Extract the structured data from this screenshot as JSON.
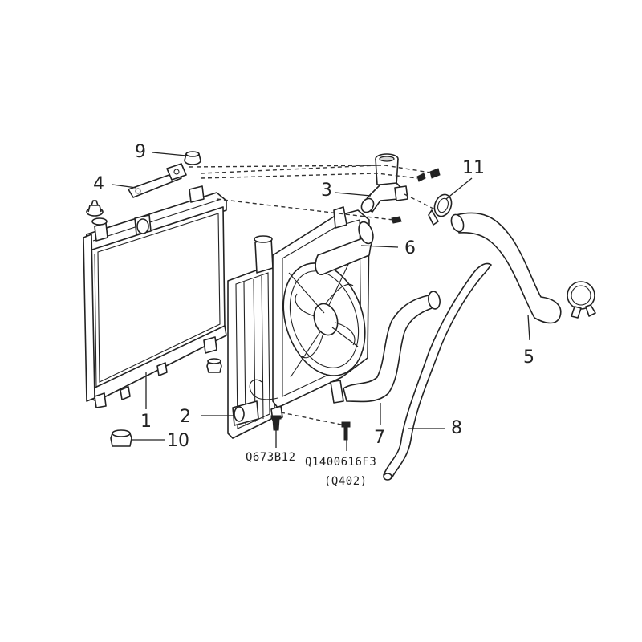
{
  "callouts": {
    "c1": "1",
    "c2": "2",
    "c3": "3",
    "c4": "4",
    "c5": "5",
    "c6": "6",
    "c7": "7",
    "c8": "8",
    "c9": "9",
    "c10": "10",
    "c11": "11"
  },
  "codes": {
    "clip": "Q673B12",
    "bolt": "Q1400616F3",
    "bolt_alt": "(Q402)"
  },
  "colors": {
    "line": "#222222",
    "background": "#ffffff"
  }
}
